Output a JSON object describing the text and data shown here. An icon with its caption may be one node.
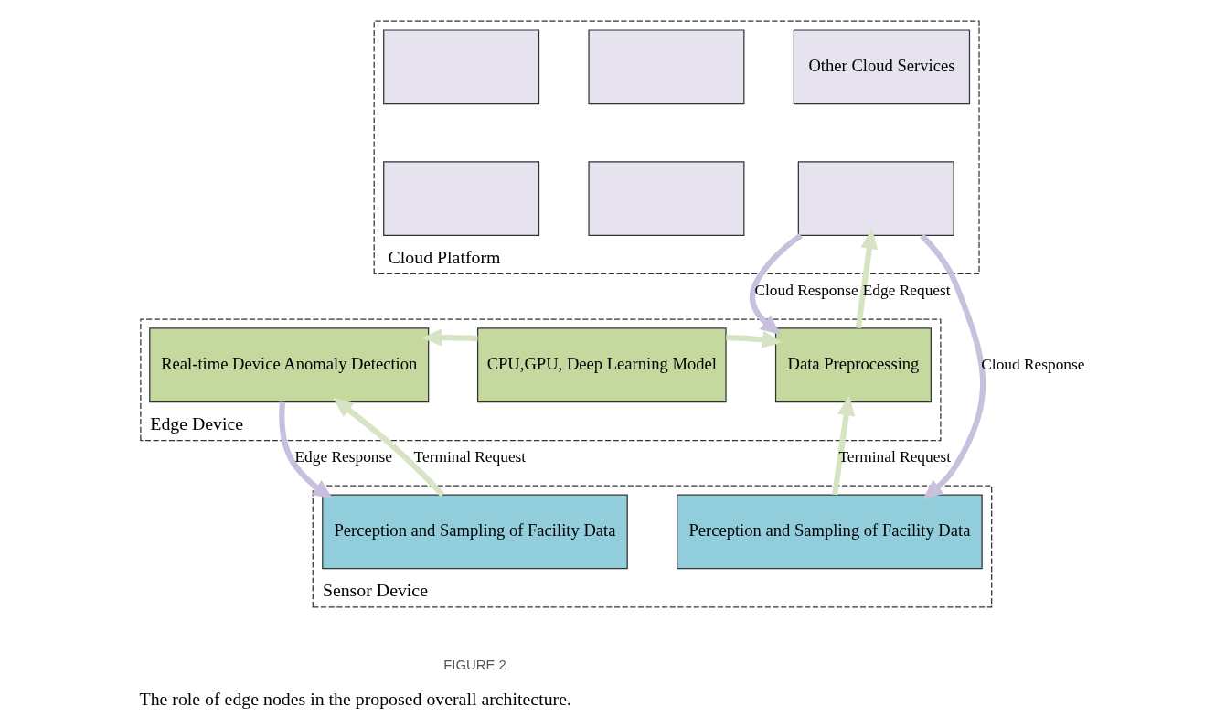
{
  "diagram": {
    "caption": "The role of edge nodes in the proposed overall architecture.",
    "nodes": [
      {
        "text": [
          "Cloud Platform"
        ]
      },
      {
        "text": [],
        "shape": "box",
        "in": 0
      },
      {
        "text": [],
        "shape": "box",
        "in": 0
      },
      {
        "text": [
          "Other Cloud Services"
        ],
        "in": 0
      },
      {
        "text": [],
        "shape": "box",
        "in": 0
      },
      {
        "text": [],
        "shape": "box",
        "in": 0
      },
      {
        "text": [],
        "shape": "box",
        "in": 0
      },
      {
        "text": [
          "Edge Device"
        ]
      },
      {
        "text": [
          "Real-time Device Anomaly Detection"
        ],
        "in": 7
      },
      {
        "text": [
          "CPU,GPU, Deep Learning Model"
        ],
        "in": 7
      },
      {
        "text": [
          "Data Preprocessing"
        ],
        "in": 7
      },
      {
        "text": [
          "Sensor Device"
        ]
      },
      {
        "text": [
          "Perception and Sampling of Facility Data"
        ],
        "in": 11
      },
      {
        "text": [
          "Perception and Sampling of Facility Data"
        ],
        "in": 11
      }
    ],
    "edges": [
      {
        "from": 9,
        "to": 8,
        "arrow": "to"
      },
      {
        "from": 9,
        "to": 10,
        "arrow": "to"
      },
      {
        "from": 10,
        "to": 6,
        "arrow": "to",
        "label": "Edge Request"
      },
      {
        "from": 6,
        "to": 10,
        "arrow": "to",
        "label": "Cloud Response",
        "color": "#c8c0dc"
      },
      {
        "from": 12,
        "to": 8,
        "arrow": "to",
        "label": "Terminal Request"
      },
      {
        "from": 8,
        "to": 12,
        "arrow": "to",
        "label": "Edge Response",
        "color": "#c8c0dc"
      },
      {
        "from": 13,
        "to": 10,
        "arrow": "to",
        "label": "Terminal Request"
      },
      {
        "from": 6,
        "to": 13,
        "arrow": "to",
        "label": "Cloud Response",
        "color": "#c8c0dc"
      }
    ],
    "labels": [
      "FIGURE 2"
    ]
  }
}
